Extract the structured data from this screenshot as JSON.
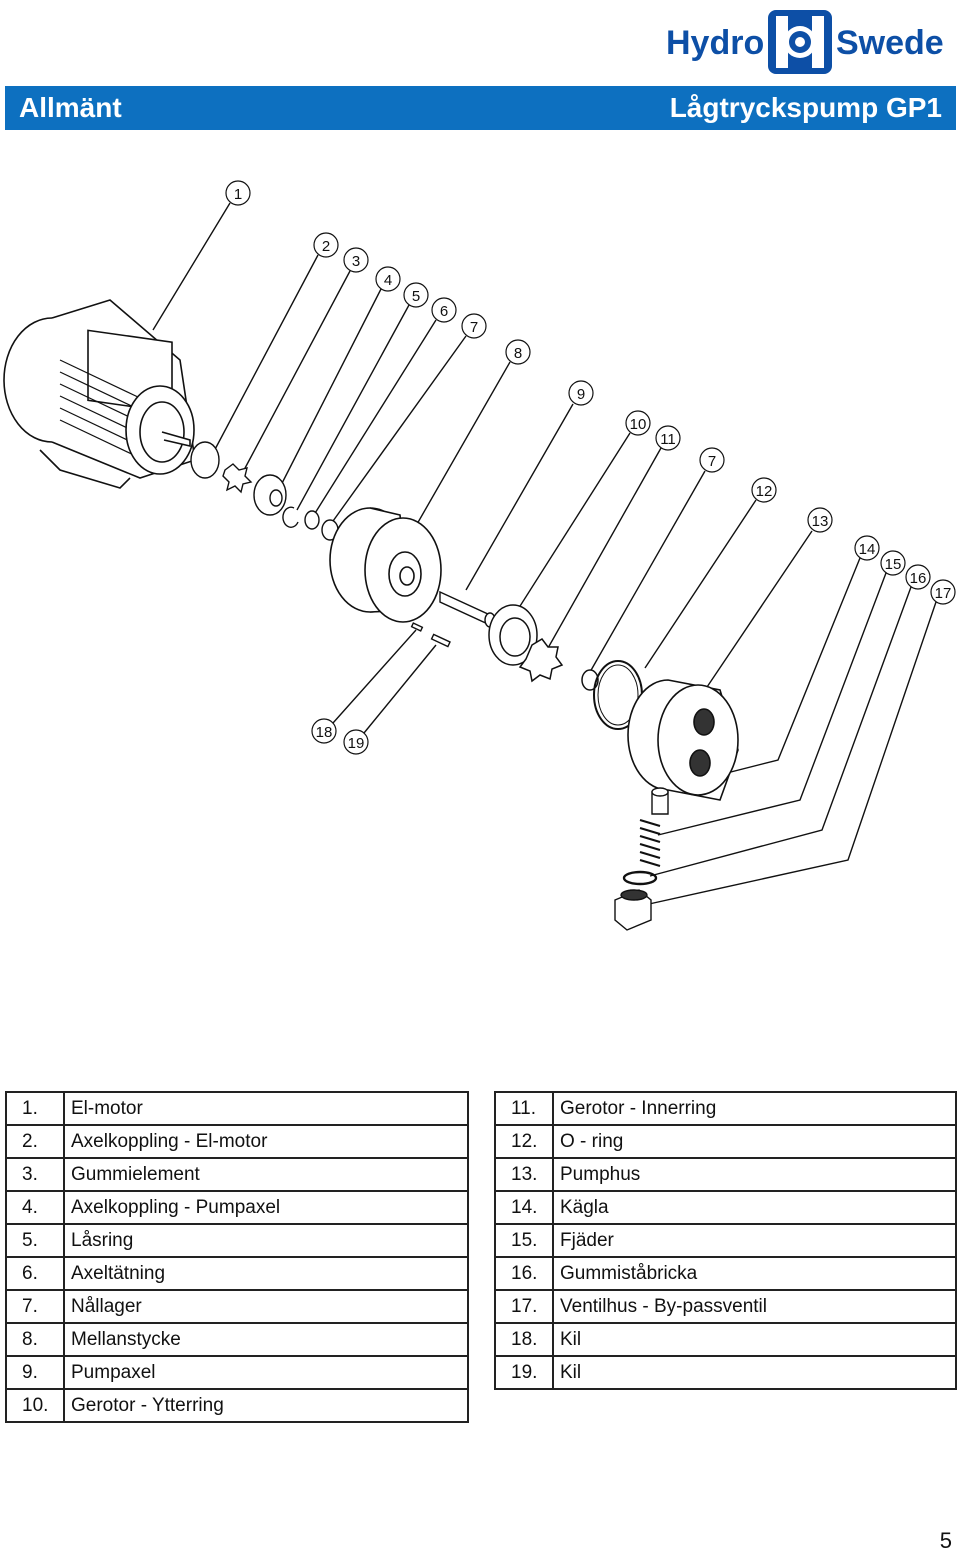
{
  "logo": {
    "word_left": "Hydro",
    "word_right": "Swede",
    "color": "#0d4fa6"
  },
  "header": {
    "section": "Allmänt",
    "product": "Lågtryckspump GP1",
    "bar_color": "#0d70c0"
  },
  "diagram": {
    "callouts": [
      "1",
      "2",
      "3",
      "4",
      "5",
      "6",
      "7",
      "8",
      "9",
      "10",
      "11",
      "7",
      "12",
      "13",
      "14",
      "15",
      "16",
      "17",
      "18",
      "19"
    ]
  },
  "parts_left": [
    {
      "num": "1.",
      "name": "El-motor"
    },
    {
      "num": "2.",
      "name": "Axelkoppling - El-motor"
    },
    {
      "num": "3.",
      "name": "Gummielement"
    },
    {
      "num": "4.",
      "name": "Axelkoppling - Pumpaxel"
    },
    {
      "num": "5.",
      "name": "Låsring"
    },
    {
      "num": "6.",
      "name": "Axeltätning"
    },
    {
      "num": "7.",
      "name": "Nållager"
    },
    {
      "num": "8.",
      "name": "Mellanstycke"
    },
    {
      "num": "9.",
      "name": "Pumpaxel"
    },
    {
      "num": "10.",
      "name": "Gerotor - Ytterring"
    }
  ],
  "parts_right": [
    {
      "num": "11.",
      "name": "Gerotor - Innerring"
    },
    {
      "num": "12.",
      "name": "O - ring"
    },
    {
      "num": "13.",
      "name": "Pumphus"
    },
    {
      "num": "14.",
      "name": "Kägla"
    },
    {
      "num": "15.",
      "name": "Fjäder"
    },
    {
      "num": "16.",
      "name": "Gummiståbricka"
    },
    {
      "num": "17.",
      "name": "Ventilhus - By-passventil"
    },
    {
      "num": "18.",
      "name": "Kil"
    },
    {
      "num": "19.",
      "name": "Kil"
    }
  ],
  "page_number": "5"
}
